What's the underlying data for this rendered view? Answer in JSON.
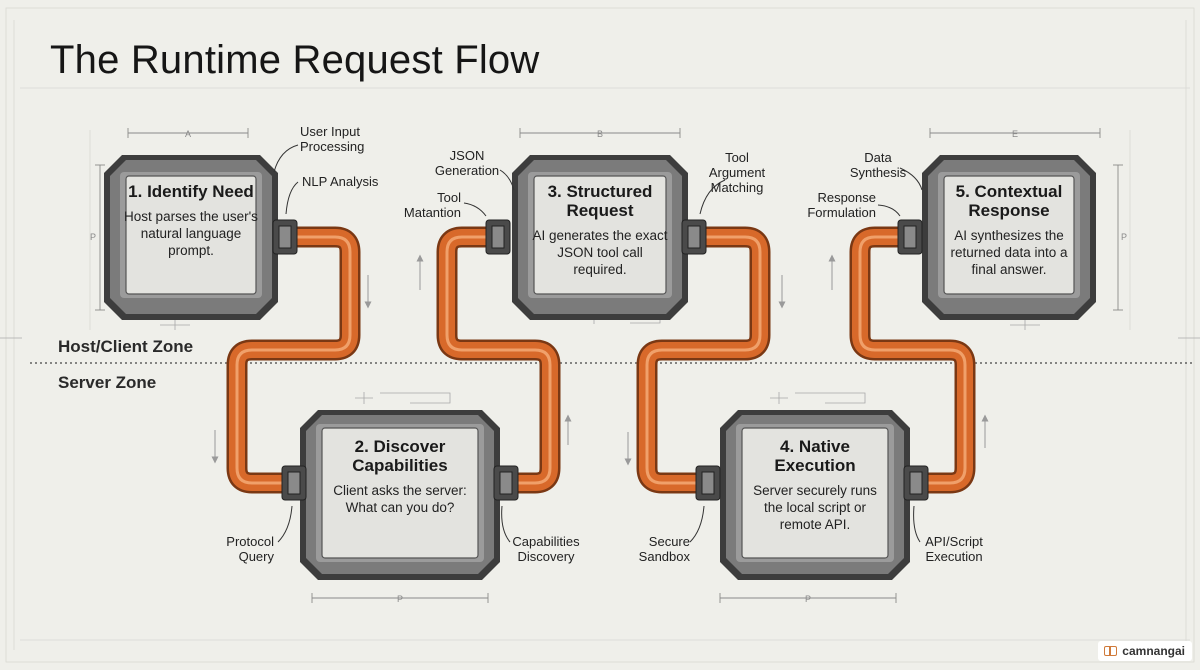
{
  "title": "The Runtime Request Flow",
  "zones": {
    "host": "Host/Client Zone",
    "server": "Server Zone"
  },
  "steps": [
    {
      "title": "1. Identify Need",
      "desc": "Host parses the user's natural language prompt."
    },
    {
      "title": "2. Discover Capabilities",
      "desc": "Client asks the server: What can you do?"
    },
    {
      "title": "3. Structured Request",
      "desc": "AI generates the exact JSON tool call required."
    },
    {
      "title": "4. Native Execution",
      "desc": "Server securely runs the local script or remote API."
    },
    {
      "title": "5. Contextual Response",
      "desc": "AI synthesizes the returned data into a final answer."
    }
  ],
  "annotations": {
    "user_input": "User Input Processing",
    "nlp": "NLP Analysis",
    "protocol_query": "Protocol Query",
    "capabilities_discovery": "Capabilities Discovery",
    "json_generation": "JSON Generation",
    "tool_matantion": "Tool Matantion",
    "tool_argument": "Tool Argument Matching",
    "secure_sandbox": "Secure Sandbox",
    "api_script": "API/Script Execution",
    "data_synthesis": "Data Synthesis",
    "response_formulation": "Response Formulation"
  },
  "dimension_labels": {
    "a": "A",
    "b": "B",
    "e": "E",
    "p": "P"
  },
  "colors": {
    "pipe": "#d8692a",
    "pipe_dark": "#7a3814",
    "module_shell": "#5a5a5a",
    "module_face": "#e3e3df",
    "background": "#efefea"
  },
  "brand": "camnangai"
}
